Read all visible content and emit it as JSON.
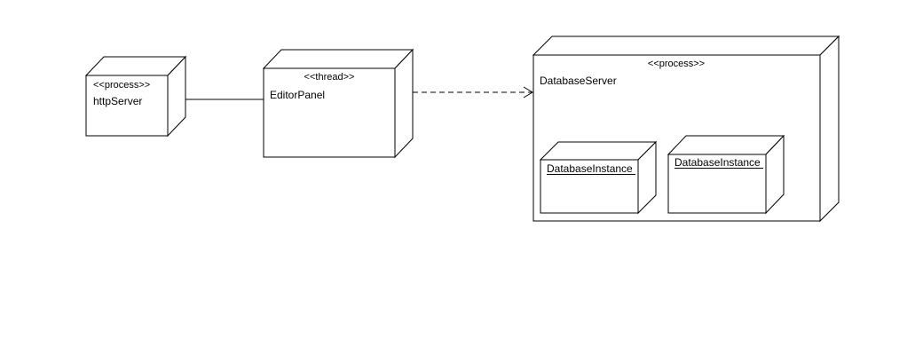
{
  "nodes": {
    "http_server": {
      "stereotype": "<<process>>",
      "name": "httpServer"
    },
    "editor_panel": {
      "stereotype": "<<thread>>",
      "name": "EditorPanel"
    },
    "database_server": {
      "stereotype": "<<process>>",
      "name": "DatabaseServer",
      "instances": [
        {
          "name": "DatabaseInstance"
        },
        {
          "name": "DatabaseInstance"
        }
      ]
    }
  },
  "connections": [
    {
      "from": "httpServer",
      "to": "EditorPanel",
      "style": "solid"
    },
    {
      "from": "EditorPanel",
      "to": "DatabaseServer",
      "style": "dashed",
      "arrow": "open"
    }
  ]
}
